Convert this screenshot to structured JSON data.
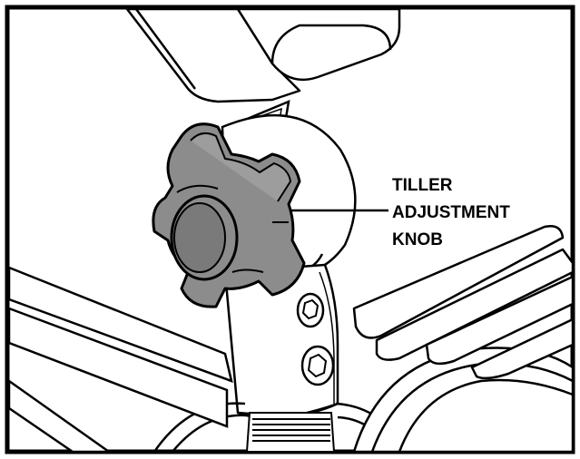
{
  "callout": {
    "lines": [
      "TILLER",
      "ADJUSTMENT",
      "KNOB"
    ]
  },
  "colors": {
    "knob": "#8c8c8c",
    "knob_highlight": "#a9a9a9",
    "line": "#000000",
    "paper": "#ffffff"
  }
}
